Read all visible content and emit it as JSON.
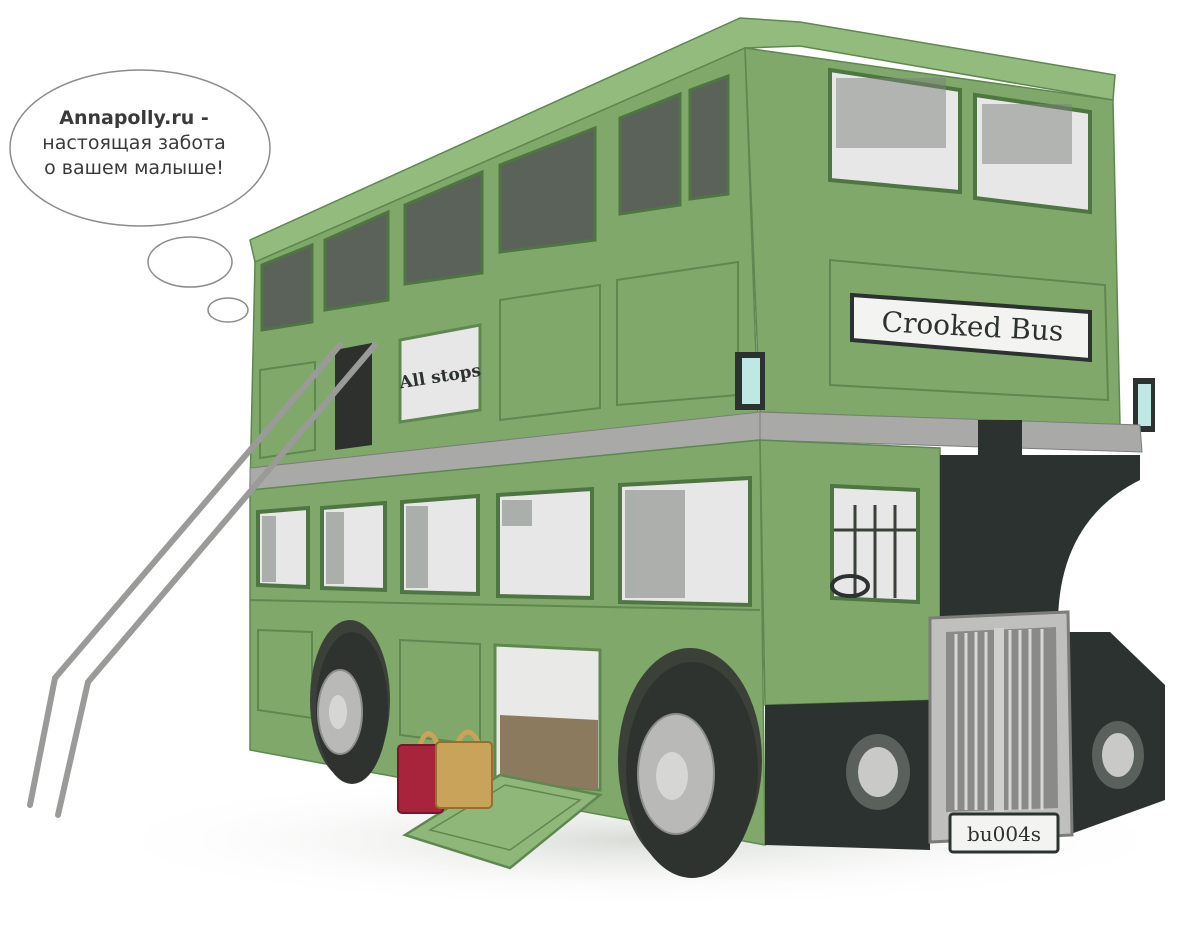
{
  "thought_bubble": {
    "brand": "Annapolly.ru -",
    "line1": "настоящая забота",
    "line2": "о вашем малыше!"
  },
  "bus": {
    "destination_sign": "Crooked Bus",
    "side_sign": "All stops",
    "license_plate": "bu004s"
  },
  "colors": {
    "body_green": "#7fa86a",
    "dark_green": "#5f8750",
    "light_green": "#93bb7d",
    "trim_gray": "#a9aaa8",
    "bumper_dark": "#2c3230",
    "grille_silver": "#bfc0be",
    "window_gray": "#e6e7e6",
    "handrail": "#9a9b99",
    "suitcase_red": "#a7243a",
    "suitcase_tan": "#c9a35a"
  }
}
